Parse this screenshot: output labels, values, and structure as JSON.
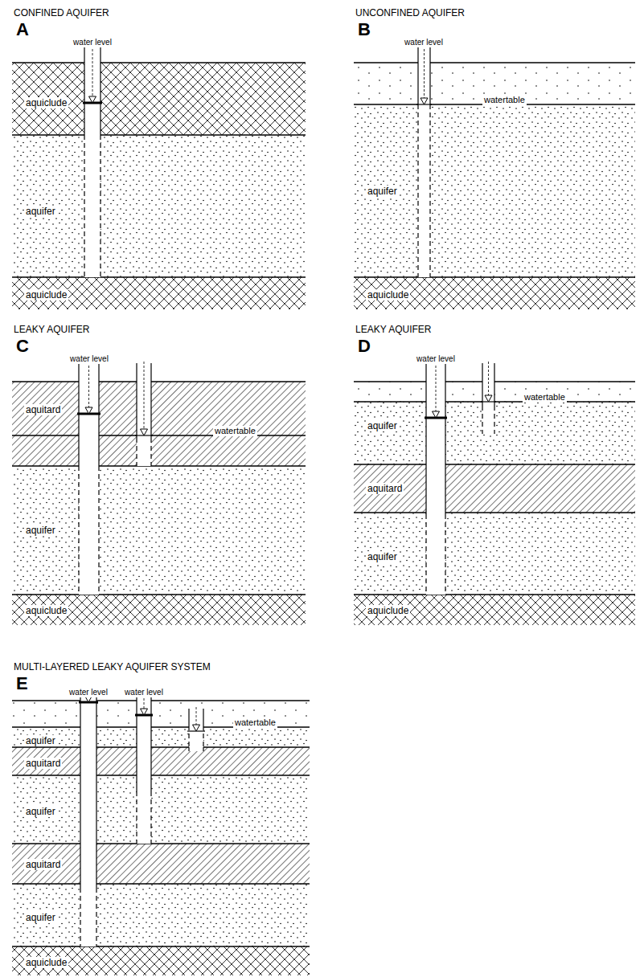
{
  "diagram": {
    "nodes": [
      {
        "text": [
          "aquiclude"
        ]
      },
      {
        "text": [
          "aquifer"
        ]
      },
      {
        "text": [
          "aquiclude"
        ]
      },
      {
        "text": [
          "aquifer"
        ]
      },
      {
        "text": [
          "aquiclude"
        ]
      },
      {
        "text": [
          "aquitard"
        ]
      },
      {
        "text": [
          "aquifer"
        ]
      },
      {
        "text": [
          "aquiclude"
        ]
      },
      {
        "text": [
          "aquifer"
        ]
      },
      {
        "text": [
          "aquitard"
        ]
      },
      {
        "text": [
          "aquifer"
        ]
      },
      {
        "text": [
          "aquiclude"
        ]
      },
      {
        "text": [
          "aquifer"
        ]
      },
      {
        "text": [
          "aquitard"
        ]
      },
      {
        "text": [
          "aquifer"
        ]
      },
      {
        "text": [
          "aquitard"
        ]
      },
      {
        "text": [
          "aquifer"
        ]
      },
      {
        "text": [
          "aquiclude"
        ]
      }
    ],
    "labels": [
      "CONFINED AQUIFER",
      "A",
      "water level",
      "UNCONFINED AQUIFER",
      "B",
      "water level",
      "watertable",
      "LEAKY AQUIFER",
      "C",
      "water level",
      "watertable",
      "LEAKY AQUIFER",
      "D",
      "water level",
      "watertable",
      "MULTI-LAYERED LEAKY AQUIFER SYSTEM",
      "E",
      "water level",
      "water level",
      "watertable"
    ]
  }
}
